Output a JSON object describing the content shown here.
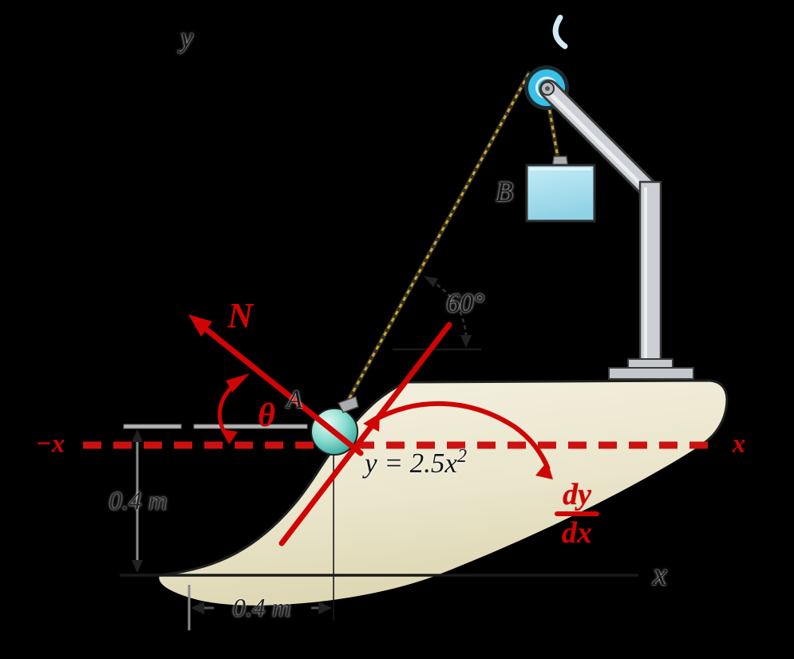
{
  "figure": {
    "type": "physics-dynamics-diagram",
    "description": "Ball A on curved ramp y = 2.5x^2 connected by a cable over a pulley to hanging block B; normal force N, slope angle theta, cable angle 60 deg, dimensions 0.4 m"
  },
  "labels": {
    "y_axis": "y",
    "x_axis_red_left": "−x",
    "x_axis_red_right": "x",
    "x_axis_bottom": "x",
    "block": "B",
    "angle_rope": "60°",
    "normal_force": "N",
    "theta": "θ",
    "point": "A",
    "equation_base": "y = 2.5x",
    "equation_exponent": "2",
    "slope_numerator": "dy",
    "slope_denominator": "dx",
    "dim_vertical": "0.4 m",
    "dim_horizontal": "0.4 m"
  },
  "colors": {
    "background": "#000000",
    "force_red": "#cf0404",
    "axis_dash_red": "#cc1111",
    "terrain_cream": "#efecd8",
    "terrain_cream_dark": "#ddd6b2",
    "metal_gray": "#c9ccd0",
    "pulley_cyan": "#38c0e6",
    "block_blue": "#a8dcec",
    "ball_teal": "#6fd0c4",
    "rope_gold": "#c8a43a",
    "ink": "#1a1a1a"
  }
}
